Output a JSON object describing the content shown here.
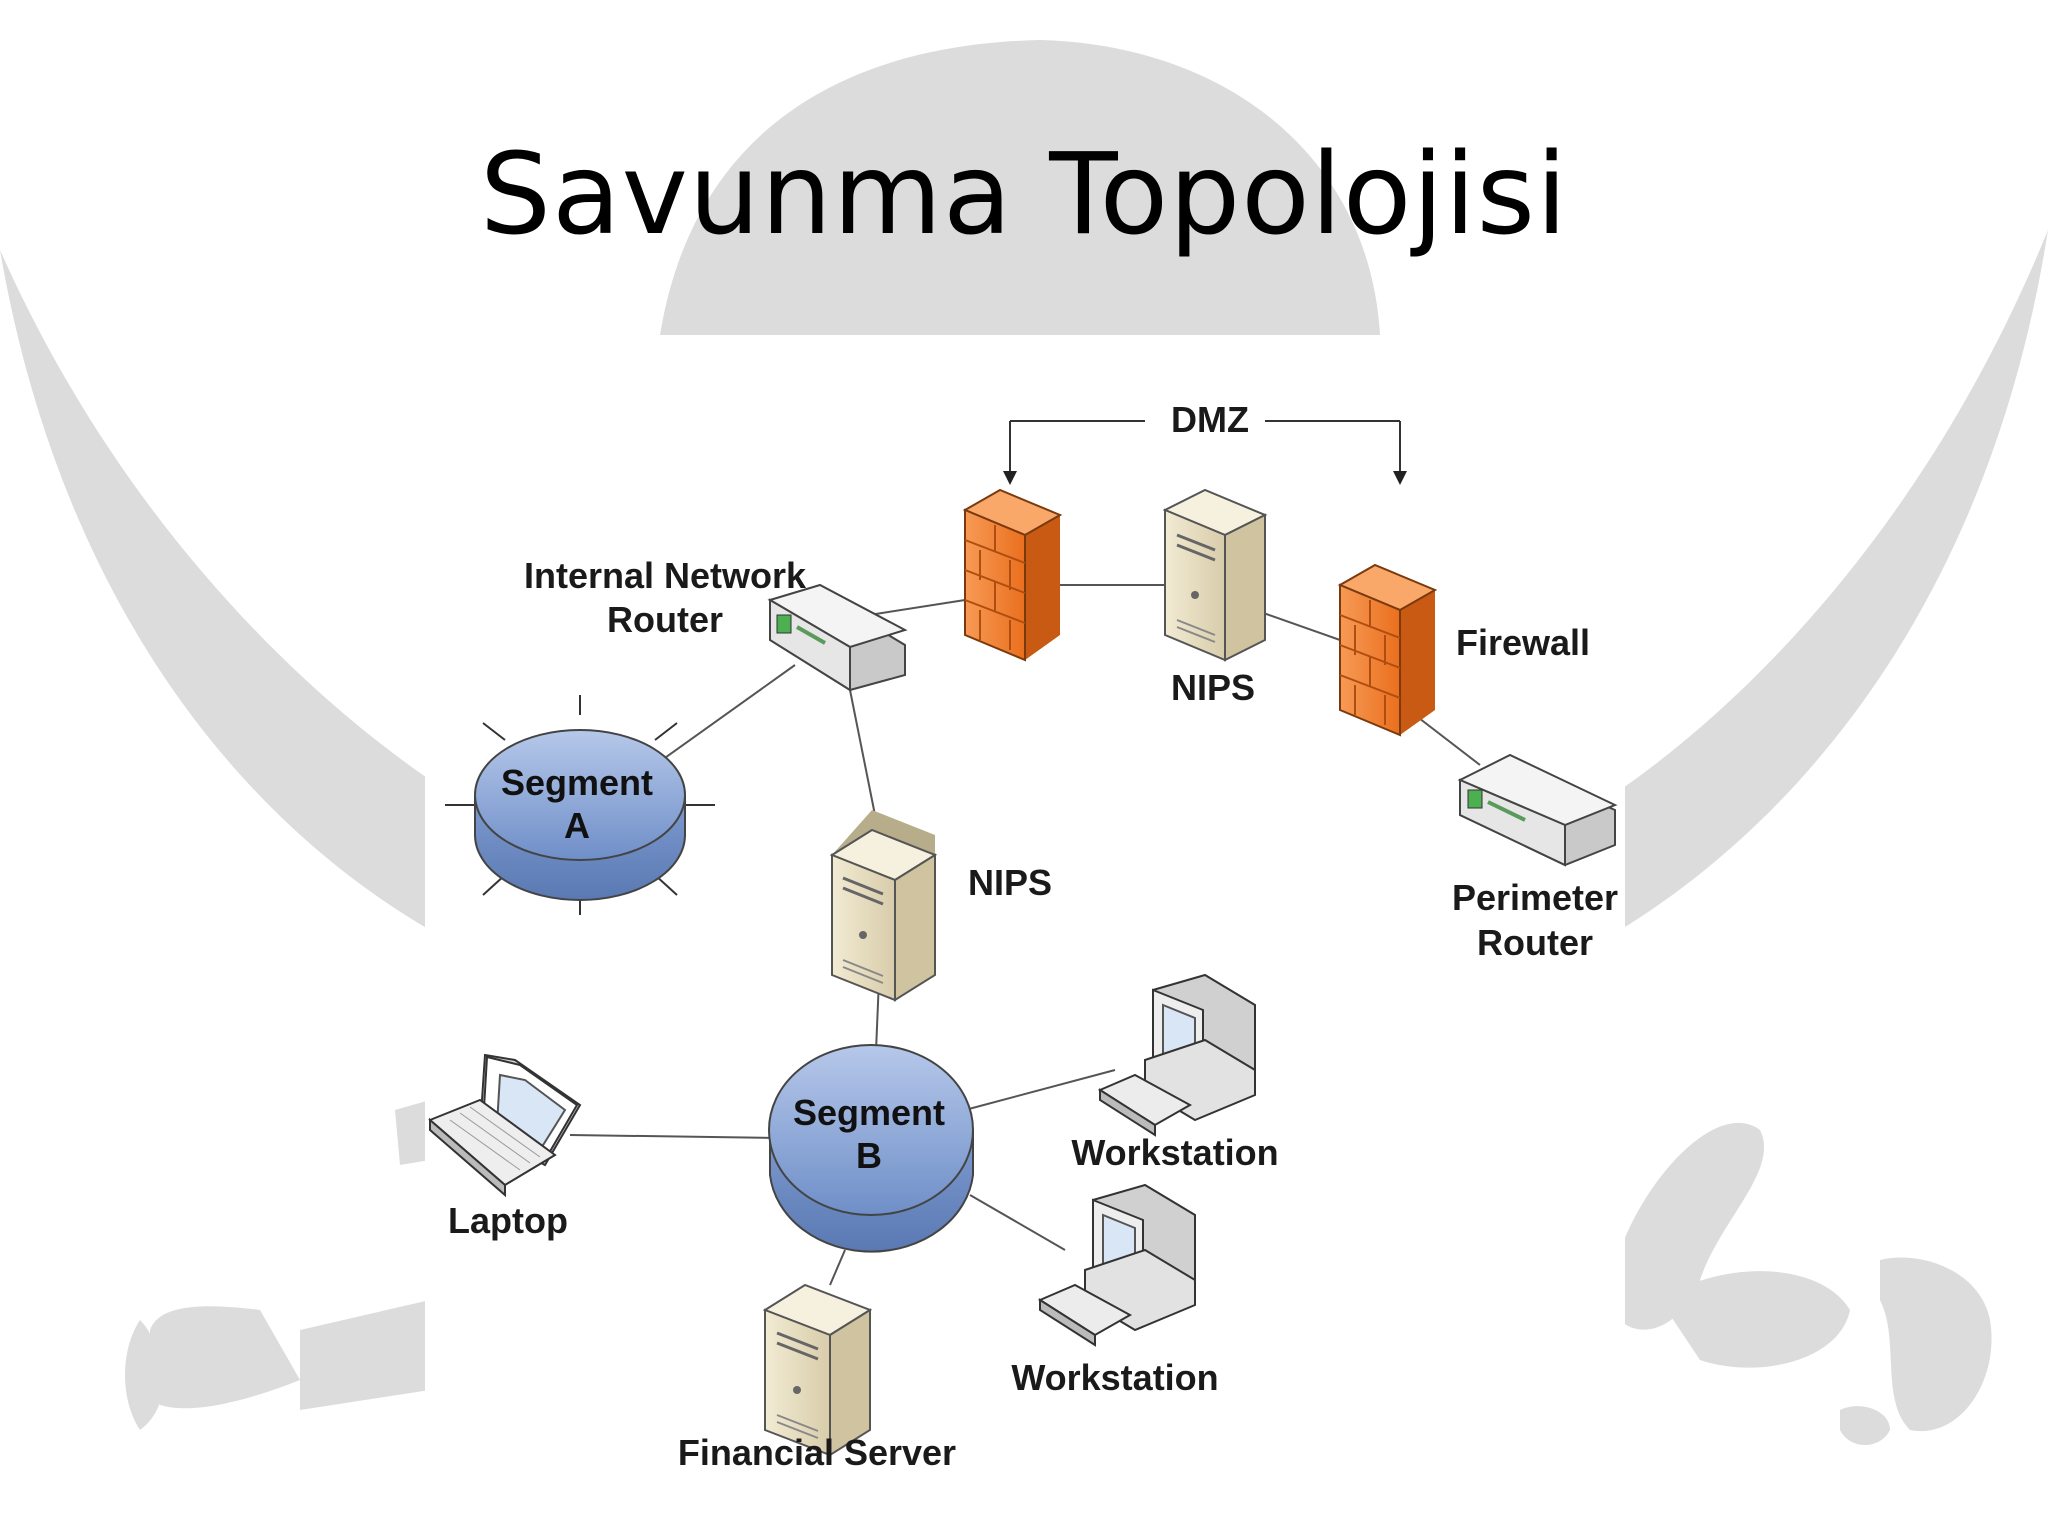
{
  "slide": {
    "title": "Savunma Topolojisi"
  },
  "diagram": {
    "dmz_label": "DMZ",
    "internal_router_label_line1": "Internal Network",
    "internal_router_label_line2": "Router",
    "nips_dmz_label": "NIPS",
    "firewall_label": "Firewall",
    "perimeter_router_label_line1": "Perimeter",
    "perimeter_router_label_line2": "Router",
    "segment_a_line1": "Segment",
    "segment_a_line2": "A",
    "nips_internal_label": "NIPS",
    "segment_b_line1": "Segment",
    "segment_b_line2": "B",
    "laptop_label": "Laptop",
    "workstation1_label": "Workstation",
    "workstation2_label": "Workstation",
    "financial_server_label": "Financial Server"
  },
  "colors": {
    "firewall_orange": "#f47b2a",
    "segment_blue": "#8fa9d8",
    "server_beige": "#e8dfc2",
    "watermark_gray": "#d9d9d9"
  }
}
